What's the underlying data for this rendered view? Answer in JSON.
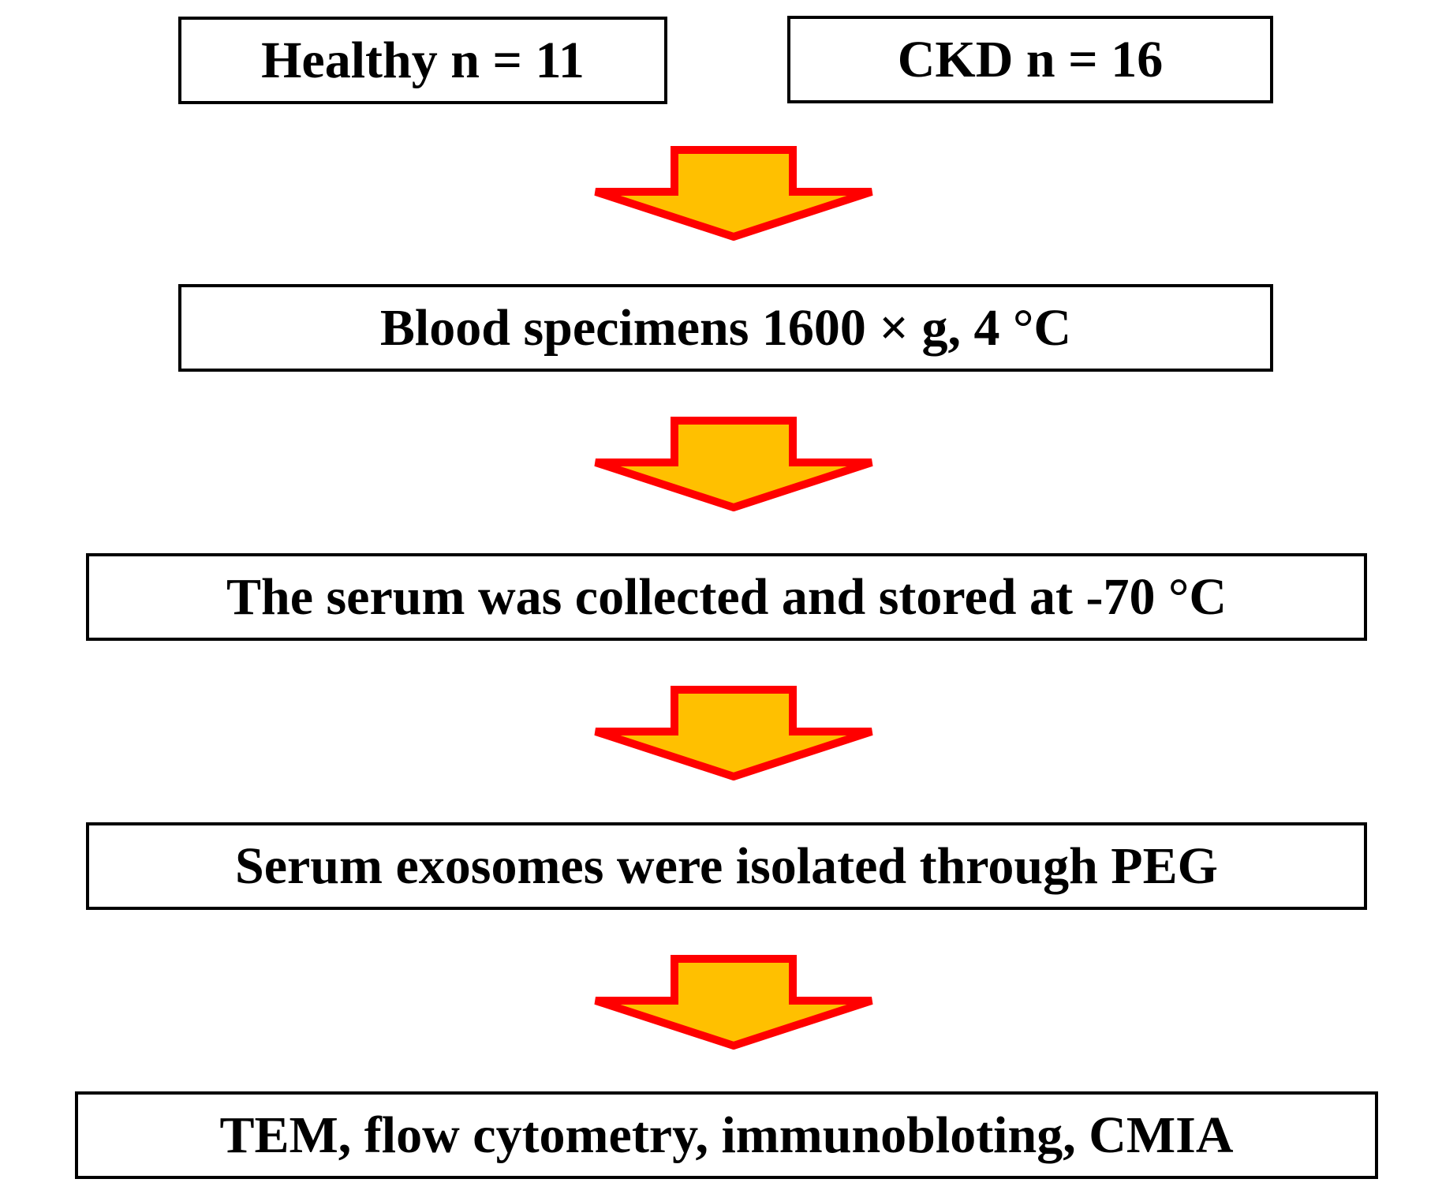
{
  "flowchart": {
    "groups": [
      {
        "label": "Healthy n = 11"
      },
      {
        "label": "CKD n = 16"
      }
    ],
    "steps": [
      {
        "label": "Blood specimens 1600 × g, 4 °C"
      },
      {
        "label": "The serum was collected and stored at -70 °C"
      },
      {
        "label": "Serum exosomes were isolated through PEG"
      },
      {
        "label": "TEM, flow cytometry, immunobloting, CMIA"
      }
    ],
    "arrow_icon": "down-arrow-icon",
    "colors": {
      "arrow_fill": "#FFC000",
      "arrow_stroke": "#FF0000",
      "box_border": "#000000",
      "text": "#000000",
      "background": "#FFFFFF"
    }
  }
}
